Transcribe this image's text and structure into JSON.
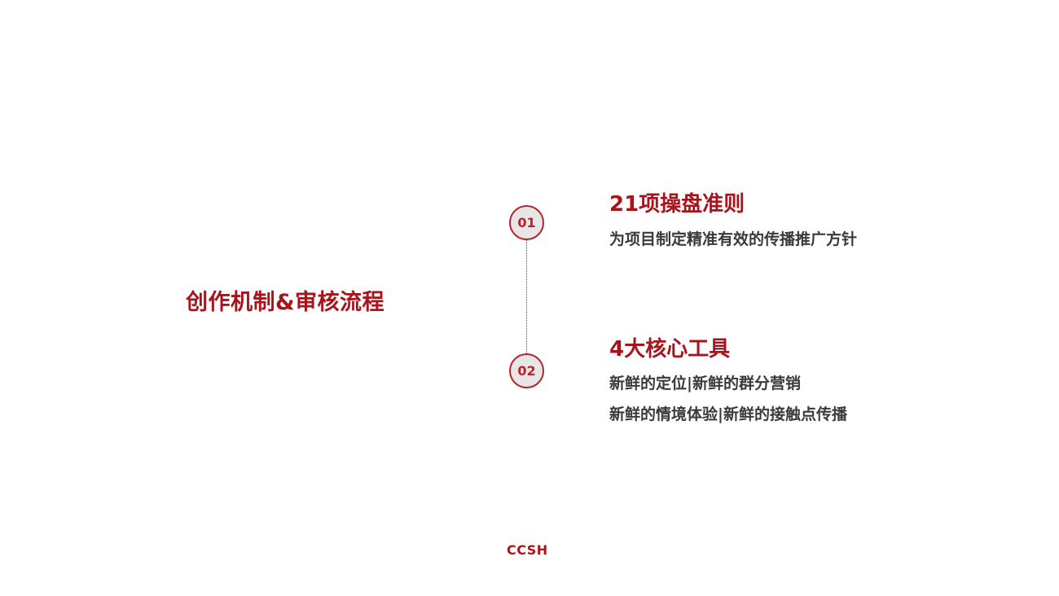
{
  "left_title": "创作机制&审核流程",
  "steps": [
    {
      "number": "01",
      "heading": "21项操盘准则",
      "lines": [
        "为项目制定精准有效的传播推广方针"
      ]
    },
    {
      "number": "02",
      "heading": "4大核心工具",
      "lines": [
        "新鲜的定位|新鲜的群分营销",
        "新鲜的情境体验|新鲜的接触点传播"
      ]
    }
  ],
  "footer": {
    "logo_text": "CCSH"
  },
  "colors": {
    "accent": "#a8141c",
    "text": "#3a3a3a",
    "circle_fill": "#e6e6e6"
  }
}
